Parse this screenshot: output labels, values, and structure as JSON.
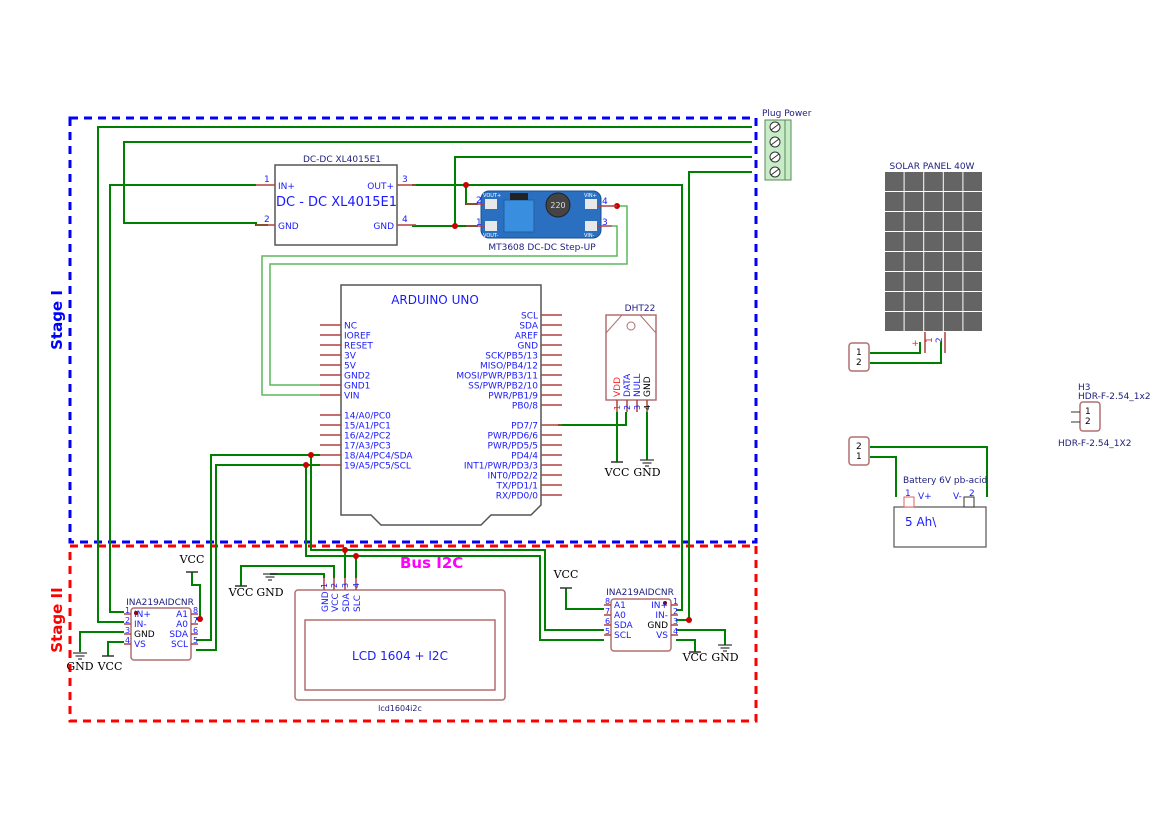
{
  "stages": {
    "stage1": {
      "label": "Stage I",
      "color": "#0000ff"
    },
    "stage2": {
      "label": "Stage II",
      "color": "#ff0000"
    }
  },
  "bus_label": "Bus I2C",
  "bus_color": "#ff00ff",
  "plug_power": {
    "title": "Plug Power",
    "pins": 4
  },
  "xl4015": {
    "title": "DC-DC XL4015E1",
    "name": "DC - DC XL4015E1",
    "pins": [
      {
        "num": "1",
        "name": "IN+"
      },
      {
        "num": "2",
        "name": "GND"
      },
      {
        "num": "3",
        "name": "OUT+"
      },
      {
        "num": "4",
        "name": "GND"
      }
    ]
  },
  "mt3608": {
    "caption": "MT3608 DC-DC Step-UP",
    "inductor": "220",
    "pins": [
      "2",
      "1",
      "4",
      "3"
    ],
    "pads": [
      "VOUT+",
      "VOUT-",
      "VIN+",
      "VIN-"
    ]
  },
  "arduino": {
    "title": "ARDUINO UNO",
    "left_pins_a": [
      "NC",
      "IOREF",
      "RESET",
      "3V",
      "5V",
      "GND2",
      "GND1",
      "VIN"
    ],
    "left_pins_b": [
      "14/A0/PC0",
      "15/A1/PC1",
      "16/A2/PC2",
      "17/A3/PC3",
      "18/A4/PC4/SDA",
      "19/A5/PC5/SCL"
    ],
    "right_pins_a": [
      "SCL",
      "SDA",
      "AREF",
      "GND",
      "SCK/PB5/13",
      "MISO/PB4/12",
      "MOSI/PWR/PB3/11",
      "SS/PWR/PB2/10",
      "PWR/PB1/9",
      "PB0/8"
    ],
    "right_pins_b": [
      "PD7/7",
      "PWR/PD6/6",
      "PWR/PD5/5",
      "PD4/4",
      "INT1/PWR/PD3/3",
      "INT0/PD2/2",
      "TX/PD1/1",
      "RX/PD0/0"
    ]
  },
  "dht22": {
    "title": "DHT22",
    "pins": [
      {
        "num": "1",
        "name": "VDD"
      },
      {
        "num": "2",
        "name": "DATA"
      },
      {
        "num": "3",
        "name": "NULL"
      },
      {
        "num": "4",
        "name": "GND"
      }
    ]
  },
  "solar": {
    "title": "SOLAR PANEL 40W",
    "pin1": "1",
    "pin1_sign": "+",
    "pin2": "2",
    "rows": 8,
    "cols": 5
  },
  "solar_conn": {
    "pins": [
      "1",
      "2"
    ]
  },
  "battery": {
    "title": "Battery 6V pb-acid",
    "capacity": "5 Ah\\",
    "pin1": "1",
    "pin1_name": "V+",
    "pin2": "2",
    "pin2_name": "V-"
  },
  "battery_conn": {
    "pins": [
      "2",
      "1"
    ]
  },
  "h3": {
    "ref": "H3",
    "value": "HDR-F-2.54_1x2",
    "footprint": "HDR-F-2.54_1X2",
    "pins": [
      "1",
      "2"
    ]
  },
  "ina_left": {
    "title": "INA219AIDCNR",
    "left_pins": [
      {
        "num": "1",
        "name": "IN+"
      },
      {
        "num": "2",
        "name": "IN-"
      },
      {
        "num": "3",
        "name": "GND"
      },
      {
        "num": "4",
        "name": "VS"
      }
    ],
    "right_pins": [
      {
        "num": "8",
        "name": "A1"
      },
      {
        "num": "7",
        "name": "A0"
      },
      {
        "num": "6",
        "name": "SDA"
      },
      {
        "num": "5",
        "name": "SCL"
      }
    ]
  },
  "ina_right": {
    "title": "INA219AIDCNR",
    "left_pins": [
      {
        "num": "8",
        "name": "A1"
      },
      {
        "num": "7",
        "name": "A0"
      },
      {
        "num": "6",
        "name": "SDA"
      },
      {
        "num": "5",
        "name": "SCL"
      }
    ],
    "right_pins": [
      {
        "num": "1",
        "name": "IN+"
      },
      {
        "num": "2",
        "name": "IN-"
      },
      {
        "num": "3",
        "name": "GND"
      },
      {
        "num": "4",
        "name": "VS"
      }
    ]
  },
  "lcd": {
    "text": "LCD 1604 + I2C",
    "footprint": "lcd1604i2c",
    "pins": [
      {
        "num": "1",
        "name": "GND"
      },
      {
        "num": "2",
        "name": "VCC"
      },
      {
        "num": "3",
        "name": "SDA"
      },
      {
        "num": "4",
        "name": "SLC"
      }
    ]
  },
  "power_labels": {
    "vcc": "VCC",
    "gnd": "GND"
  }
}
